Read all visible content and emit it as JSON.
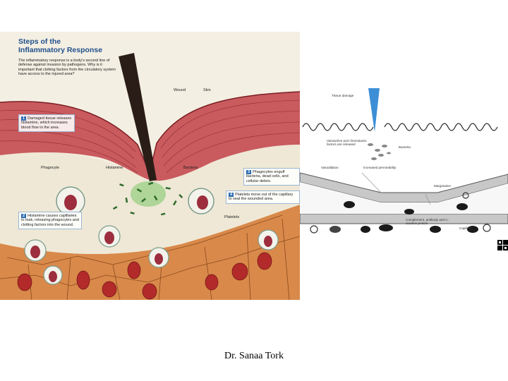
{
  "left_panel": {
    "title": "Steps of the\nInflammatory Response",
    "intro": "The inflammatory response is a body's second line of defense against invasion by pathogens. Why is it important that clotting factors from the circulatory system have access to the injured area?",
    "labels": {
      "wound": "Wound",
      "skin": "Skin",
      "phagocyte": "Phagocyte",
      "histamine": "Histamine",
      "bacteria": "Bacteria",
      "platelets": "Platelets"
    },
    "steps": [
      {
        "num": "1",
        "text": "Damaged tissue releases histamine, which increases blood flow to the area."
      },
      {
        "num": "2",
        "text": "Histamine causes capillaries to leak, releasing phagocytes and clotting factors into the wound."
      },
      {
        "num": "3",
        "text": "Phagocytes engulf bacteria, dead cells, and cellular debris."
      },
      {
        "num": "4",
        "text": "Platelets move out of the capillary to seal the wounded area."
      }
    ]
  },
  "right_panel": {
    "labels": {
      "tissue_damage": "Tissue damage",
      "vasoactive": "Vasoactive and chemotactic factors are released",
      "bacteria": "Bacteria",
      "vasodilation": "Vasodilation",
      "increased_permeability": "Increased permeability",
      "margination": "Margination",
      "complement": "Complement, antibody and C-reactive protein",
      "capillary": "Capillary"
    }
  },
  "footer": "Dr. Sanaa Tork"
}
